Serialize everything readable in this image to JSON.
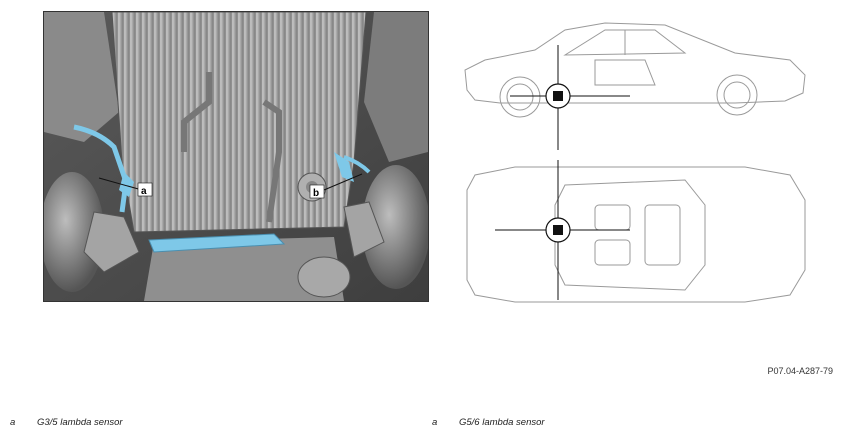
{
  "figure": {
    "reference_code": "P07.04-A287-79",
    "callouts": {
      "a": "a",
      "b": "b"
    }
  },
  "legend": [
    {
      "key": "a",
      "text": "G3/5 lambda sensor"
    },
    {
      "key": "a",
      "text": "G5/6 lambda sensor"
    }
  ],
  "colors": {
    "highlight": "#7ec8e8",
    "marker": "#111111"
  }
}
